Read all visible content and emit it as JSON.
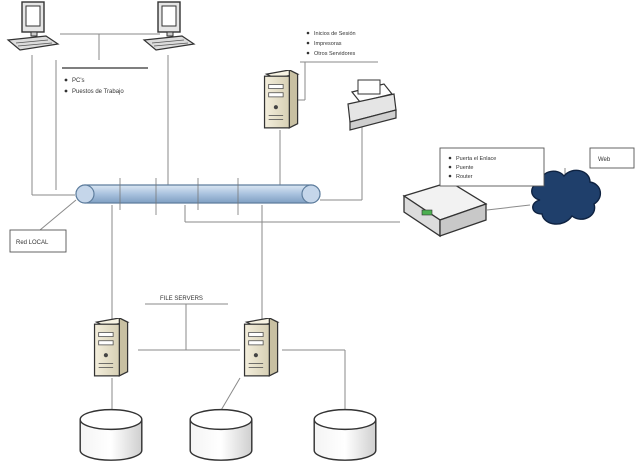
{
  "colors": {
    "backbone": "#a9c2de",
    "backbone_edge": "#5f7e9e",
    "line": "#8a8a8a",
    "server_body": "#ece6cf",
    "cloud": "#1f3f6b"
  },
  "icons": [
    "desktop-pc-icon",
    "server-tower-icon",
    "printer-icon",
    "router-icon",
    "cloud-icon",
    "database-icon"
  ],
  "labels": {
    "pcs": [
      "PC's",
      "Puestos de Trabajo"
    ],
    "services": [
      "Inicios de Sesión",
      "Impresoras",
      "Otros Servidores"
    ],
    "router": [
      "Puerta el Enlace",
      "Puente",
      "Router"
    ],
    "cloud": "Web",
    "lan": "Red LOCAL",
    "file_servers": "FILE SERVERS"
  }
}
